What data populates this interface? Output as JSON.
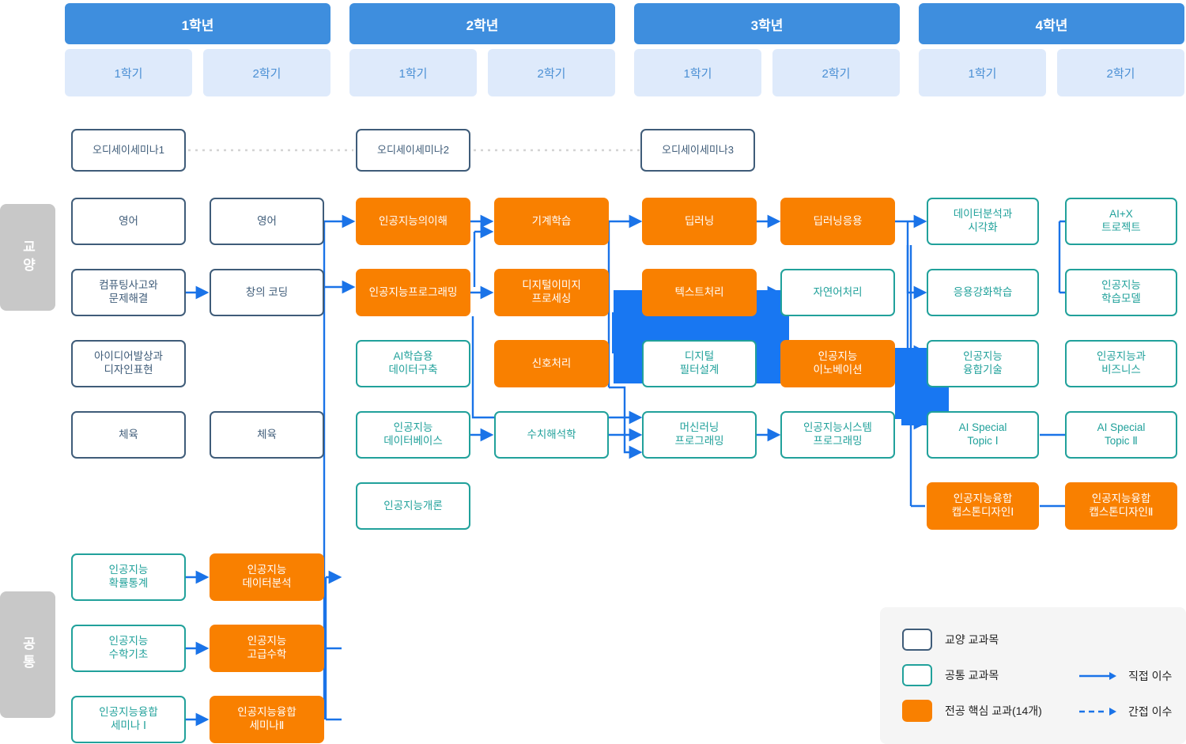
{
  "colors": {
    "year_header_bg": "#3E8EDE",
    "semester_header_bg": "#DEEAFB",
    "semester_header_text": "#4A8FD4",
    "liberal_border": "#3F5C79",
    "common_border": "#21A19B",
    "major_fill": "#F98000",
    "arrow": "#1A73E8",
    "sidebar_bg": "#C8C8C8",
    "legend_bg": "#F5F5F5",
    "dotted": "#D3D3D3"
  },
  "header": {
    "years": [
      {
        "label": "1학년",
        "semesters": [
          "1학기",
          "2학기"
        ]
      },
      {
        "label": "2학년",
        "semesters": [
          "1학기",
          "2학기"
        ]
      },
      {
        "label": "3학년",
        "semesters": [
          "1학기",
          "2학기"
        ]
      },
      {
        "label": "4학년",
        "semesters": [
          "1학기",
          "2학기"
        ]
      }
    ]
  },
  "sidebar": {
    "items": [
      {
        "label": "교양"
      },
      {
        "label": "공통"
      }
    ]
  },
  "seminars": [
    {
      "label": "오디세이세미나1"
    },
    {
      "label": "오디세이세미나2"
    },
    {
      "label": "오디세이세미나3"
    }
  ],
  "nodes": [
    {
      "id": "n01",
      "label": "영어",
      "type": "liberal"
    },
    {
      "id": "n02",
      "label": "영어",
      "type": "liberal"
    },
    {
      "id": "n03",
      "label": "컴퓨팅사고와\n문제해결",
      "type": "liberal"
    },
    {
      "id": "n04",
      "label": "창의 코딩",
      "type": "liberal"
    },
    {
      "id": "n05",
      "label": "아이디어발상과\n디자인표현",
      "type": "liberal"
    },
    {
      "id": "n06",
      "label": "체육",
      "type": "liberal"
    },
    {
      "id": "n07",
      "label": "체육",
      "type": "liberal"
    },
    {
      "id": "n10",
      "label": "인공지능의이해",
      "type": "major"
    },
    {
      "id": "n11",
      "label": "기계학습",
      "type": "major"
    },
    {
      "id": "n12",
      "label": "딥러닝",
      "type": "major"
    },
    {
      "id": "n13",
      "label": "딥러닝응용",
      "type": "major"
    },
    {
      "id": "n14",
      "label": "데이터분석과\n시각화",
      "type": "common"
    },
    {
      "id": "n15",
      "label": "AI+X\n트로젝트",
      "type": "common"
    },
    {
      "id": "n20",
      "label": "인공지능프로그래밍",
      "type": "major"
    },
    {
      "id": "n21",
      "label": "디지털이미지\n프로세싱",
      "type": "major"
    },
    {
      "id": "n22",
      "label": "텍스트처리",
      "type": "major"
    },
    {
      "id": "n23",
      "label": "자연어처리",
      "type": "common"
    },
    {
      "id": "n24",
      "label": "응용강화학습",
      "type": "common"
    },
    {
      "id": "n25",
      "label": "인공지능\n학습모델",
      "type": "common"
    },
    {
      "id": "n30",
      "label": "AI학습용\n데이터구축",
      "type": "common"
    },
    {
      "id": "n31",
      "label": "신호처리",
      "type": "major"
    },
    {
      "id": "n32",
      "label": "디지털\n필터설계",
      "type": "common"
    },
    {
      "id": "n33",
      "label": "인공지능\n이노베이션",
      "type": "major"
    },
    {
      "id": "n34",
      "label": "인공지능\n융합기술",
      "type": "common"
    },
    {
      "id": "n35",
      "label": "인공지능과\n비즈니스",
      "type": "common"
    },
    {
      "id": "n40",
      "label": "인공지능\n데이터베이스",
      "type": "common"
    },
    {
      "id": "n41",
      "label": "수치해석학",
      "type": "common"
    },
    {
      "id": "n42",
      "label": "머신러닝\n프로그래밍",
      "type": "common"
    },
    {
      "id": "n43",
      "label": "인공지능시스템\n프로그래밍",
      "type": "common"
    },
    {
      "id": "n44",
      "label": "AI Special\nTopic Ⅰ",
      "type": "common"
    },
    {
      "id": "n45",
      "label": "AI Special\nTopic Ⅱ",
      "type": "common"
    },
    {
      "id": "n50",
      "label": "인공지능개론",
      "type": "common"
    },
    {
      "id": "n54",
      "label": "인공지능융합\n캡스톤디자인Ⅰ",
      "type": "major"
    },
    {
      "id": "n55",
      "label": "인공지능융합\n캡스톤디자인Ⅱ",
      "type": "major"
    },
    {
      "id": "n60",
      "label": "인공지능\n확률통계",
      "type": "common"
    },
    {
      "id": "n61",
      "label": "인공지능\n데이터분석",
      "type": "major"
    },
    {
      "id": "n62",
      "label": "인공지능\n수학기초",
      "type": "common"
    },
    {
      "id": "n63",
      "label": "인공지능\n고급수학",
      "type": "major"
    },
    {
      "id": "n64",
      "label": "인공지능융합\n세미나 Ⅰ",
      "type": "common"
    },
    {
      "id": "n65",
      "label": "인공지능융합\n세미나Ⅱ",
      "type": "major"
    }
  ],
  "legend": {
    "swatches": [
      {
        "key": "liberal",
        "label": "교양 교과목"
      },
      {
        "key": "common",
        "label": "공통 교과목"
      },
      {
        "key": "major",
        "label": "전공 핵심 교과(14개)"
      }
    ],
    "arrows": [
      {
        "key": "solid",
        "label": "직접 이수"
      },
      {
        "key": "dashed",
        "label": "간접 이수"
      }
    ]
  }
}
